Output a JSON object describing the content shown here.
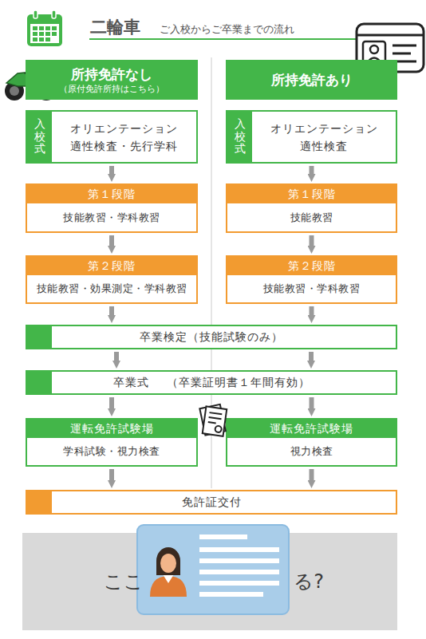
{
  "diagram": {
    "title": "二輪車",
    "nodes": [
      {
        "text": [
          "所持免許なし",
          "（原付免許所持はこちら）"
        ]
      },
      {
        "text": [
          "所持免許あり"
        ]
      },
      {
        "text": [
          "入校式",
          "オリエンテーション",
          "適性検査・先行学科"
        ]
      },
      {
        "text": [
          "入校式",
          "オリエンテーション",
          "適性検査"
        ]
      },
      {
        "text": [
          "第１段階",
          "技能教習・学科教習"
        ]
      },
      {
        "text": [
          "第１段階",
          "技能教習"
        ]
      },
      {
        "text": [
          "第２段階",
          "技能教習・効果測定・学科教習"
        ]
      },
      {
        "text": [
          "第２段階",
          "技能教習・学科教習"
        ]
      },
      {
        "text": [
          "卒業検定（技能試験のみ）"
        ]
      },
      {
        "text": [
          "卒業式",
          "（卒業証明書１年間有効）"
        ]
      },
      {
        "text": [
          "運転免許試験場",
          "学科試験・視力検査"
        ]
      },
      {
        "text": [
          "運転免許試験場",
          "視力検査"
        ]
      },
      {
        "text": [
          "免許証交付"
        ]
      },
      {
        "text": [
          "ここ",
          "る?"
        ]
      }
    ],
    "edges": [
      {
        "from": 2,
        "to": 4,
        "arrow": "to"
      },
      {
        "from": 3,
        "to": 5,
        "arrow": "to"
      },
      {
        "from": 4,
        "to": 6,
        "arrow": "to"
      },
      {
        "from": 5,
        "to": 7,
        "arrow": "to"
      },
      {
        "from": 6,
        "to": 8,
        "arrow": "to"
      },
      {
        "from": 7,
        "to": 8,
        "arrow": "to"
      },
      {
        "from": 8,
        "to": 9,
        "arrow": "to"
      },
      {
        "from": 8,
        "to": 9,
        "arrow": "to"
      },
      {
        "from": 9,
        "to": 10,
        "arrow": "to"
      },
      {
        "from": 9,
        "to": 11,
        "arrow": "to"
      },
      {
        "from": 10,
        "to": 12,
        "arrow": "to"
      },
      {
        "from": 11,
        "to": 12,
        "arrow": "to"
      }
    ],
    "labels": [
      "ご入校からご卒業までの流れ"
    ]
  }
}
